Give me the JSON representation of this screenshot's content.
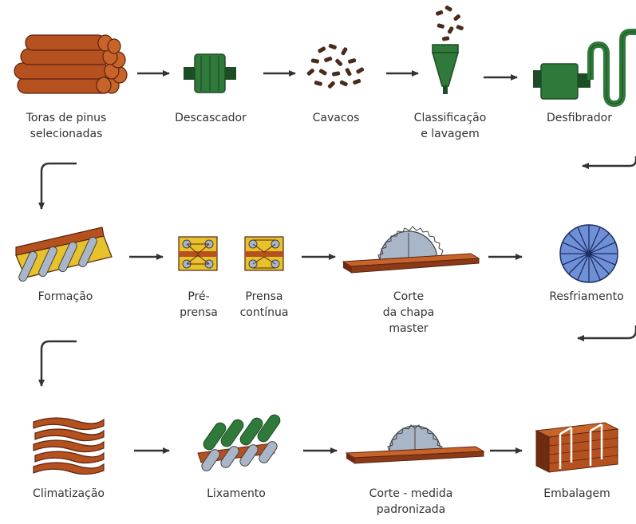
{
  "rows": [
    {
      "steps": [
        {
          "id": "toras",
          "lines": [
            "Toras de pinus",
            "selecionadas"
          ]
        },
        {
          "id": "descascador",
          "lines": [
            "Descascador"
          ]
        },
        {
          "id": "cavacos",
          "lines": [
            "Cavacos"
          ]
        },
        {
          "id": "classificacao",
          "lines": [
            "Classificação",
            "e lavagem"
          ]
        },
        {
          "id": "desfibrador",
          "lines": [
            "Desfibrador"
          ]
        }
      ]
    },
    {
      "steps": [
        {
          "id": "formacao",
          "lines": [
            "Formação"
          ]
        },
        {
          "id": "pre-prensa",
          "lines": [
            "Pré-",
            "prensa"
          ]
        },
        {
          "id": "prensa-continua",
          "lines": [
            "Prensa",
            "contínua"
          ]
        },
        {
          "id": "corte-chapa-master",
          "lines": [
            "Corte",
            "da chapa",
            "master"
          ]
        },
        {
          "id": "resfriamento",
          "lines": [
            "Resfriamento"
          ]
        }
      ]
    },
    {
      "steps": [
        {
          "id": "climatizacao",
          "lines": [
            "Climatização"
          ]
        },
        {
          "id": "lixamento",
          "lines": [
            "Lixamento"
          ]
        },
        {
          "id": "corte-medida",
          "lines": [
            "Corte - medida",
            "padronizada"
          ]
        },
        {
          "id": "embalagem",
          "lines": [
            "Embalagem"
          ]
        }
      ]
    }
  ],
  "colors": {
    "wood": "#b5501f",
    "wood_dark": "#5a2410",
    "machine_green": "#2f7a3a",
    "machine_dark": "#1d4d24",
    "chip": "#4a2a1a",
    "press_yellow": "#e8c22a",
    "blade_gray": "#a9b6c8",
    "cooler_blue": "#6f8fd6",
    "arrow": "#333333",
    "text": "#333333"
  },
  "icons": [
    "log-pile-icon",
    "debarker-icon",
    "wood-chips-icon",
    "washing-funnel-icon",
    "defibrator-icon",
    "forming-line-icon",
    "pre-press-icon",
    "continuous-press-icon",
    "saw-blade-icon",
    "cooling-wheel-icon",
    "board-stack-icon",
    "sanding-machine-icon",
    "packaged-boards-icon"
  ]
}
